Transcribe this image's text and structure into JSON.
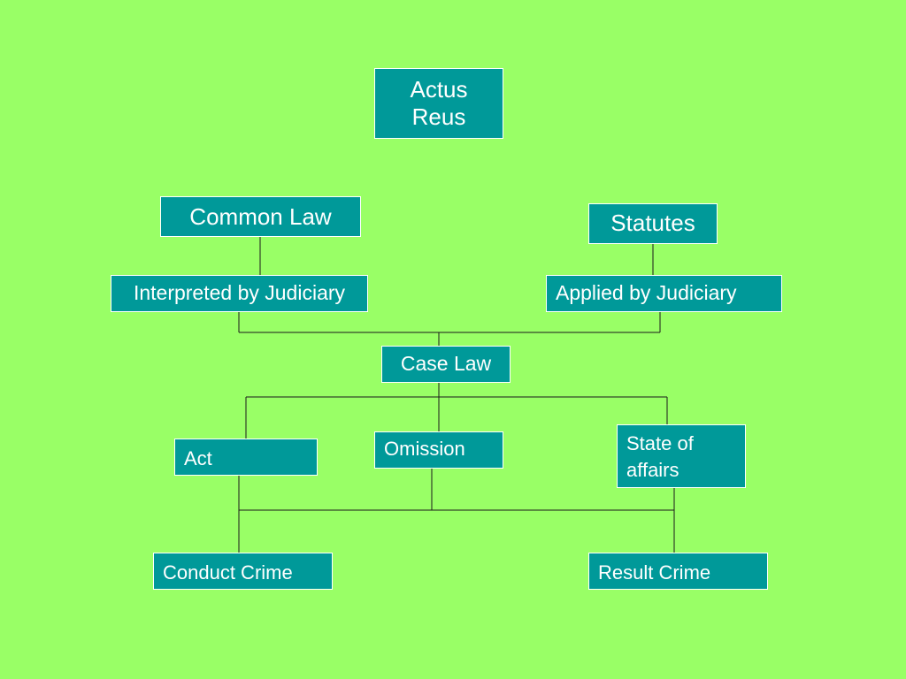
{
  "nodes": {
    "actus_reus": "Actus Reus",
    "common_law": "Common Law",
    "statutes": "Statutes",
    "interpreted": "Interpreted by Judiciary",
    "applied": "Applied by Judiciary",
    "case_law": "Case Law",
    "act": "Act",
    "omission": "Omission",
    "state_of_affairs": "State of affairs",
    "conduct_crime": "Conduct Crime",
    "result_crime": "Result Crime"
  },
  "colors": {
    "background": "#99ff66",
    "box": "#009999",
    "text": "#ffffff",
    "connector": "#1a1a1a"
  }
}
